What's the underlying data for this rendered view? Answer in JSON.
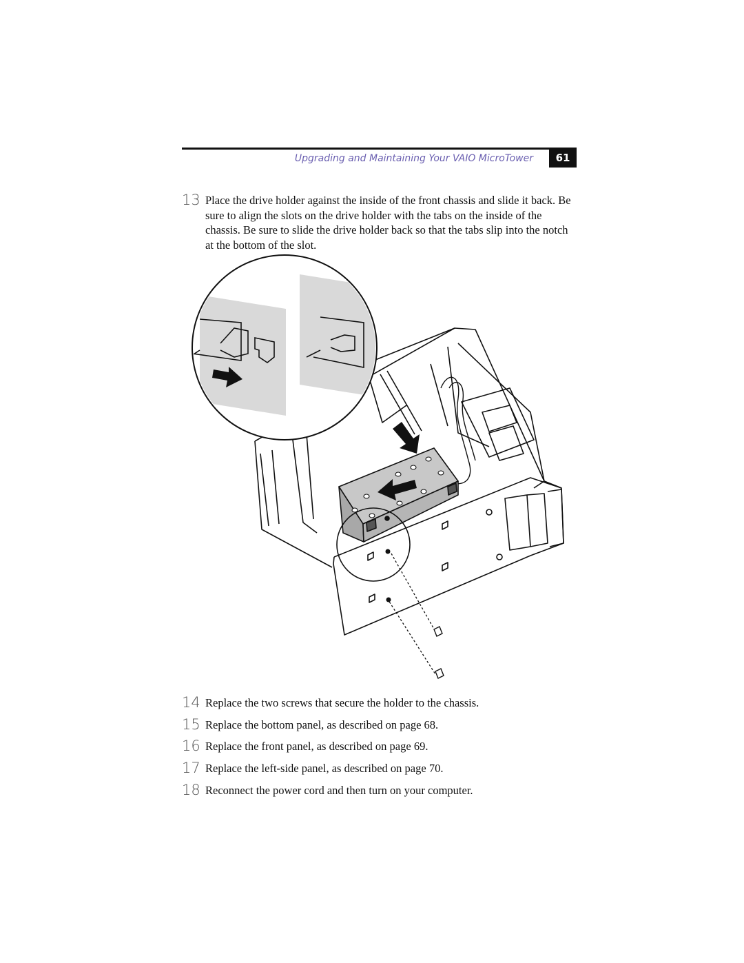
{
  "header": {
    "title": "Upgrading and Maintaining Your VAIO MicroTower",
    "page_number": "61"
  },
  "steps": [
    {
      "number": "13",
      "text": "Place the drive holder against the inside of the front chassis and slide it back. Be sure to align the slots on the drive holder with the tabs on the inside of the chassis. Be sure to slide the drive holder back so that the tabs slip into the notch at the bottom of the slot."
    },
    {
      "number": "14",
      "text": "Replace the two screws that secure the holder to the chassis."
    },
    {
      "number": "15",
      "text": "Replace the bottom panel, as described on page 68."
    },
    {
      "number": "16",
      "text": "Replace the front panel, as described on page 69."
    },
    {
      "number": "17",
      "text": "Replace the left-side panel, as described on page 70."
    },
    {
      "number": "18",
      "text": "Reconnect the power cord and then turn on your computer."
    }
  ],
  "figure": {
    "icon": "drive-holder-installation-illustration",
    "colors": {
      "shading": "#d9d9d9",
      "holder": "#b5b5b5",
      "ink": "#111111"
    }
  }
}
